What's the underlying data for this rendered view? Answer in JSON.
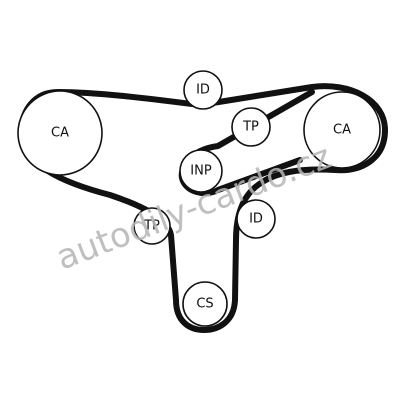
{
  "watermark": "autodily-cardo.cz",
  "colors": {
    "belt": "#111111",
    "outline": "#111111",
    "watermark": "#b5b5b5",
    "background": "#ffffff"
  },
  "pulleys": [
    {
      "id": "ca_left",
      "label": "CA"
    },
    {
      "id": "ca_right",
      "label": "CA"
    },
    {
      "id": "id_top",
      "label": "ID"
    },
    {
      "id": "tp_upper",
      "label": "TP"
    },
    {
      "id": "inp",
      "label": "INP"
    },
    {
      "id": "id_lower",
      "label": "ID"
    },
    {
      "id": "tp_lower",
      "label": "TP"
    },
    {
      "id": "cs",
      "label": "CS"
    }
  ]
}
